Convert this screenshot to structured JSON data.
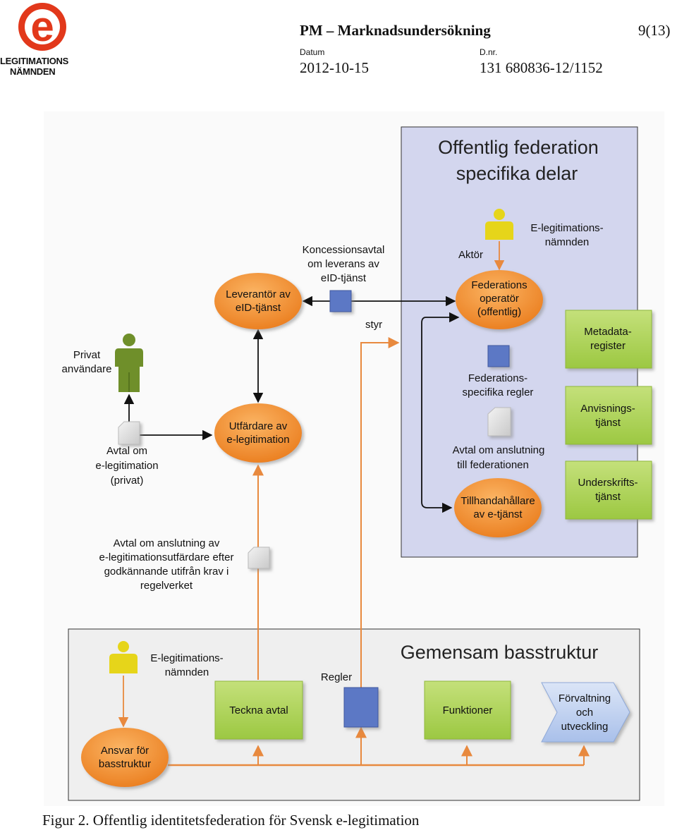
{
  "header": {
    "logo_letter": "e",
    "logo_line1": "LEGITIMATIONS",
    "logo_line2": "NÄMNDEN",
    "title": "PM – Marknadsundersökning",
    "page": "9(13)",
    "date_label": "Datum",
    "date_value": "2012-10-15",
    "dnr_label": "D.nr.",
    "dnr_value": "131 680836-12/1152"
  },
  "diagram": {
    "federation_title_1": "Offentlig federation",
    "federation_title_2": "specifika delar",
    "actor_label": "Aktör",
    "elegnamnd_top_1": "E-legitimations-",
    "elegnamnd_top_2": "nämnden",
    "federationsoperator_1": "Federations",
    "federationsoperator_2": "operatör",
    "federationsoperator_3": "(offentlig)",
    "fedregler_1": "Federations-",
    "fedregler_2": "specifika regler",
    "avtal_anslutning_fed_1": "Avtal om anslutning",
    "avtal_anslutning_fed_2": "till federationen",
    "tillhandahallare_1": "Tillhandahållare",
    "tillhandahallare_2": "av e-tjänst",
    "metadata_1": "Metadata-",
    "metadata_2": "register",
    "anvisning_1": "Anvisnings-",
    "anvisning_2": "tjänst",
    "underskrift_1": "Underskrifts-",
    "underskrift_2": "tjänst",
    "koncession_1": "Koncessionsavtal",
    "koncession_2": "om leverans av",
    "koncession_3": "eID-tjänst",
    "leverantor_1": "Leverantör av",
    "leverantor_2": "eID-tjänst",
    "styr": "styr",
    "privat_1": "Privat",
    "privat_2": "användare",
    "utfardare_1": "Utfärdare av",
    "utfardare_2": "e-legitimation",
    "avtal_privat_1": "Avtal om",
    "avtal_privat_2": "e-legitimation",
    "avtal_privat_3": "(privat)",
    "avtal_utf_1": "Avtal om anslutning av",
    "avtal_utf_2": "e-legitimationsutfärdare efter",
    "avtal_utf_3": "godkännande utifrån krav i",
    "avtal_utf_4": "regelverket",
    "gemensam_title": "Gemensam basstruktur",
    "elegnamnd_bottom_1": "E-legitimations-",
    "elegnamnd_bottom_2": "nämnden",
    "teckna_avtal": "Teckna avtal",
    "regler": "Regler",
    "funktioner": "Funktioner",
    "forvaltning_1": "Förvaltning",
    "forvaltning_2": "och",
    "forvaltning_3": "utveckling",
    "ansvar_1": "Ansvar för",
    "ansvar_2": "basstruktur"
  },
  "caption": "Figur 2. Offentlig identitetsfederation för Svensk e-legitimation",
  "colors": {
    "orange": "#f08a2c",
    "orange_line": "#e8893e",
    "green": "#a7cf4e",
    "blue_square": "#5b78c5",
    "federation_bg": "#d3d6ee",
    "base_bg": "#efefef",
    "logo_red": "#e2381b"
  }
}
